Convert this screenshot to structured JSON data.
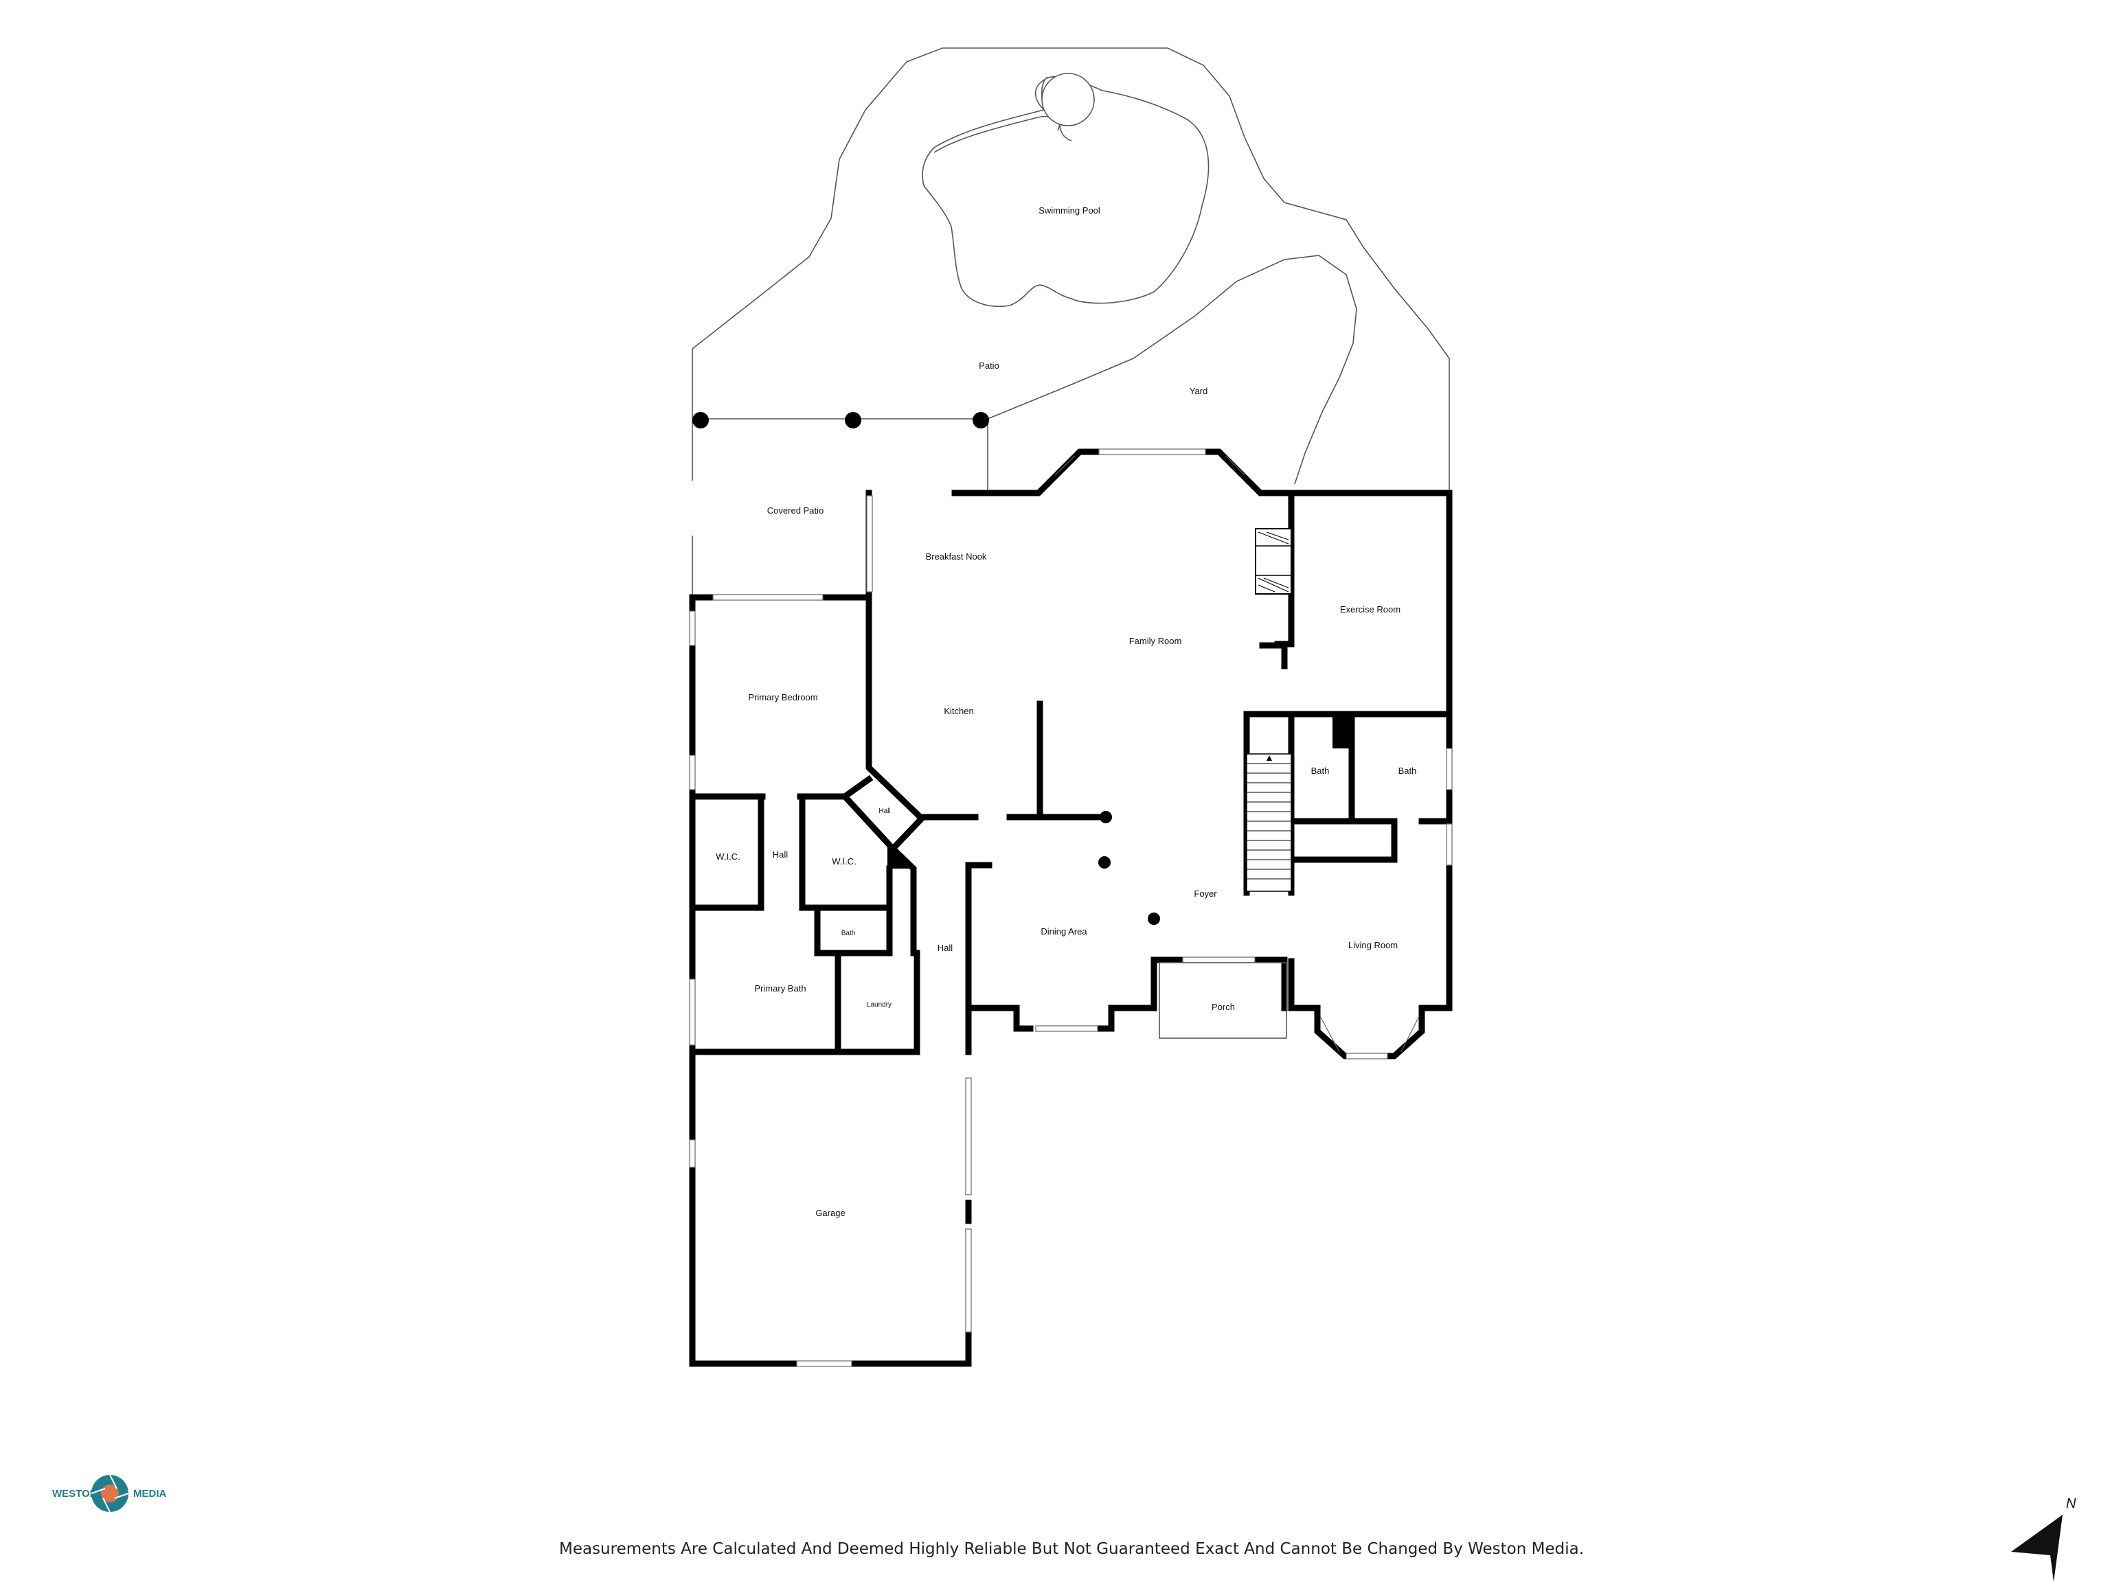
{
  "rooms": {
    "swimming_pool": "Swimming Pool",
    "patio": "Patio",
    "yard": "Yard",
    "covered_patio": "Covered Patio",
    "breakfast_nook": "Breakfast Nook",
    "family_room": "Family Room",
    "exercise_room": "Exercise Room",
    "primary_bedroom": "Primary Bedroom",
    "kitchen": "Kitchen",
    "hall_small": "Hall",
    "bath_upper_left": "Bath",
    "bath_upper_right": "Bath",
    "wic_left": "W.I.C.",
    "hall_wic": "Hall",
    "wic_right": "W.I.C.",
    "foyer": "Foyer",
    "bath_small": "Bath",
    "hall_laundry": "Hall",
    "dining_area": "Dining Area",
    "living_room": "Living Room",
    "primary_bath": "Primary Bath",
    "laundry": "Laundry",
    "porch": "Porch",
    "garage": "Garage"
  },
  "footer": {
    "disclaimer": "Measurements Are Calculated And Deemed Highly Reliable But Not Guaranteed Exact And Cannot Be Changed By Weston Media."
  },
  "logo": {
    "left_word": "WESTON",
    "right_word": "MEDIA",
    "color": "#1f7f8c",
    "accent": "#e0734a"
  },
  "compass": {
    "label": "N",
    "icon": "north-arrow-icon"
  }
}
